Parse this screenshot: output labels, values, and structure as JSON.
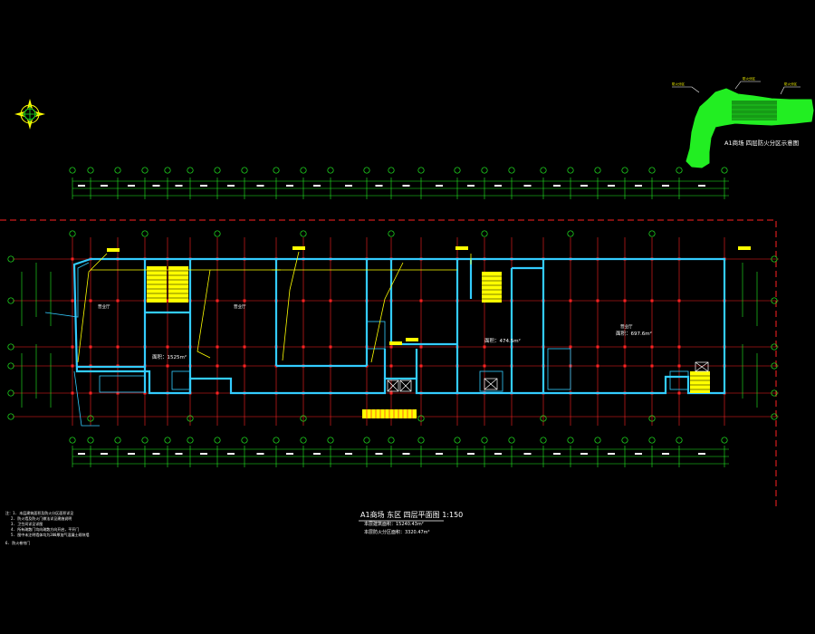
{
  "drawing": {
    "title": "A1商场 东区 四层平面图 1:150",
    "floor_area": "本层建筑面积：15240.43m²",
    "fire_area": "本层防火分区面积：3320.47m²",
    "keyplan_title": "A1商场 四层防火分区示意图",
    "keyplan_labels": [
      "防火分区",
      "防火分区",
      "防火分区"
    ],
    "rooms": [
      {
        "label": "营业厅",
        "area": "面积：1525m²"
      },
      {
        "label": "营业厅",
        "area": "面积：474.5m²"
      },
      {
        "label": "营业厅",
        "area": "面积：697.6m²"
      }
    ],
    "notes": [
      "注：1. 本层建筑面积及防火分区面积详见",
      "2. 防火墙及防火门做法详见建施说明",
      "3. 卫生间详见详图",
      "4. 所有疏散门均向疏散方向开启，平开门",
      "5. 图中未注明墙体均为200厚加气混凝土砌块墙",
      "6. 防火卷帘门"
    ]
  },
  "colors": {
    "background": "#000000",
    "wall": "#33ccff",
    "grid": "#ff2222",
    "dimension": "#22ee22",
    "leader": "#ffff00",
    "annotation": "#ffffff",
    "keyplan_fill": "#22ee22"
  },
  "icons": [
    "north-arrow-icon",
    "stair-icon",
    "elevator-icon"
  ]
}
